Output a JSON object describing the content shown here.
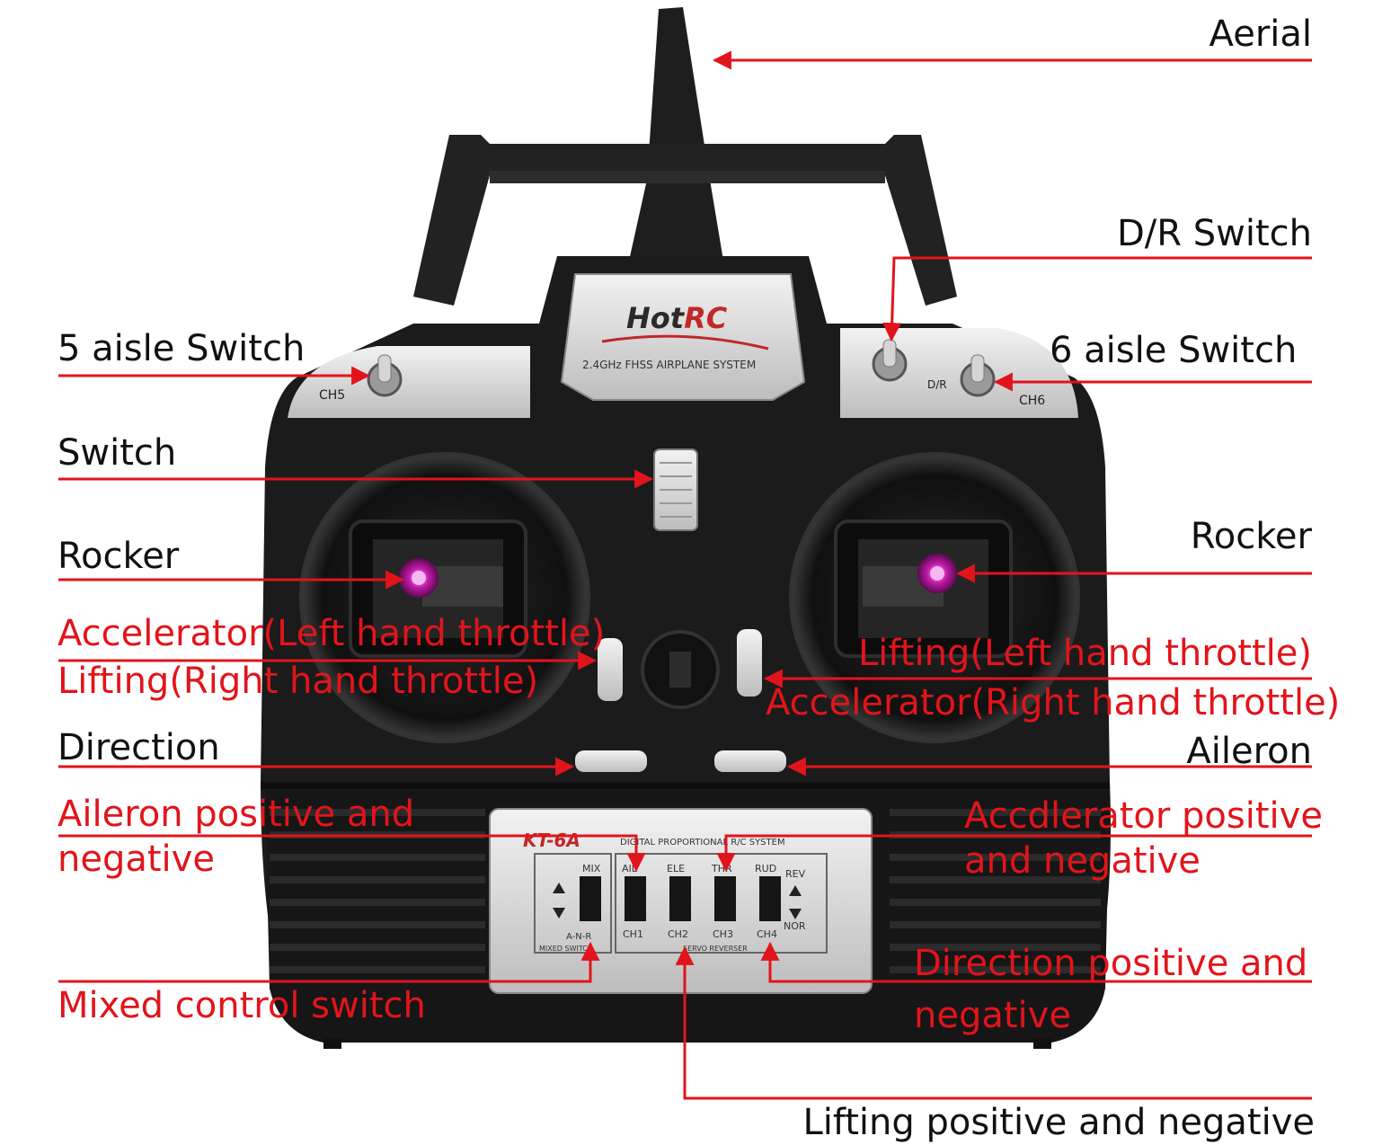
{
  "device": {
    "brand_prefix": "Hot",
    "brand_suffix": "RC",
    "system": "2.4GHz FHSS AIRPLANE SYSTEM",
    "model": "KT-6A",
    "panel_title": "DIGITAL PROPORTIONAL R/C SYSTEM",
    "mix_label": "MIX",
    "mix_mode": "A-N-R",
    "mixed_switch": "MIXED SWITCH",
    "servo_reverser": "SERVO REVERSER",
    "rev": "REV",
    "nor": "NOR",
    "channels": [
      {
        "name": "AIL",
        "ch": "CH1"
      },
      {
        "name": "ELE",
        "ch": "CH2"
      },
      {
        "name": "THR",
        "ch": "CH3"
      },
      {
        "name": "RUD",
        "ch": "CH4"
      }
    ],
    "ch5": "CH5",
    "ch6": "CH6",
    "dr": "D/R"
  },
  "labels": {
    "aerial": "Aerial",
    "dr_switch": "D/R Switch",
    "aisle5": "5 aisle Switch",
    "aisle6": "6 aisle Switch",
    "switch": "Switch",
    "rocker_left": "Rocker",
    "rocker_right": "Rocker",
    "accel_left_1": "Accelerator(Left hand throttle)",
    "accel_left_2": "Lifting(Right hand throttle)",
    "lift_right_1": "Lifting(Left hand throttle)",
    "lift_right_2": "Accelerator(Right hand throttle)",
    "direction": "Direction",
    "aileron": "Aileron",
    "aileron_pn_1": "Aileron positive and",
    "aileron_pn_2": "negative",
    "accel_pn_1": "Accdlerator positive",
    "accel_pn_2": "and negative",
    "direction_pn_1": "Direction positive and",
    "direction_pn_2": "negative",
    "mixed_control": "Mixed control switch",
    "lifting_pn": "Lifting positive and negative"
  },
  "colors": {
    "accent": "#e2141b",
    "body": "#1b1b1b",
    "label": "#111111"
  }
}
